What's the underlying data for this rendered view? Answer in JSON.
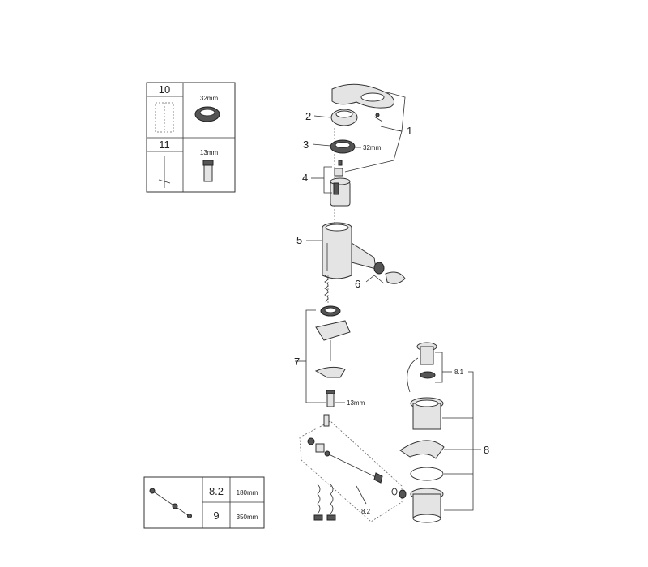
{
  "callouts": {
    "c1": "1",
    "c2": "2",
    "c3": "3",
    "c4": "4",
    "c5": "5",
    "c6": "6",
    "c7": "7",
    "c8": "8",
    "c81": "8.1",
    "c82": "8.2"
  },
  "dimensions": {
    "d3": "32mm",
    "d7": "13mm"
  },
  "tools_table": {
    "row1": {
      "number": "10",
      "dimension": "32mm"
    },
    "row2": {
      "number": "11",
      "dimension": "13mm"
    }
  },
  "hose_table": {
    "row1": {
      "number": "8.2",
      "length": "180mm"
    },
    "row2": {
      "number": "9",
      "length": "350mm"
    }
  }
}
